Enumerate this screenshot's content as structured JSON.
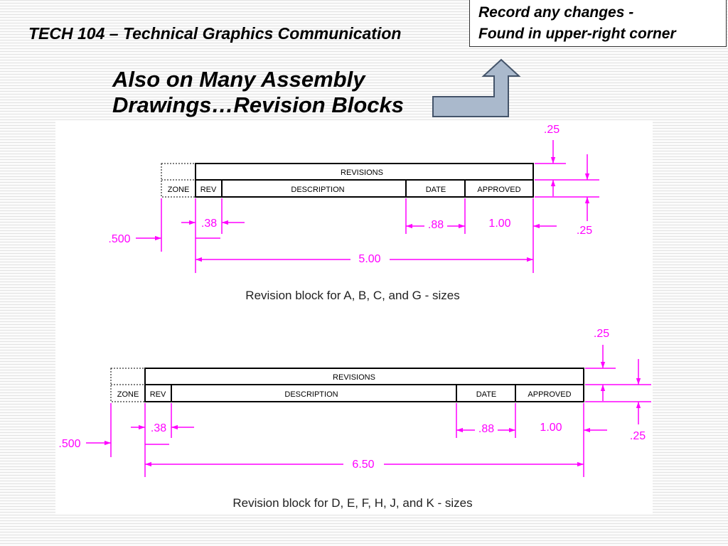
{
  "header": {
    "course_title": "TECH 104 – Technical Graphics Communication"
  },
  "callout": {
    "line1": "Record any changes -",
    "line2": "Found in upper-right corner"
  },
  "heading": {
    "line1": "Also on Many Assembly",
    "line2": "Drawings…Revision Blocks"
  },
  "colors": {
    "dimension": "#ff00ff",
    "arrow_fill": "#aab9cc",
    "arrow_stroke": "#44546a"
  },
  "blocks": [
    {
      "header": "REVISIONS",
      "zone": "ZONE",
      "rev": "REV",
      "description": "DESCRIPTION",
      "date": "DATE",
      "approved": "APPROVED",
      "dim_top_row": ".25",
      "dim_bottom_row": ".25",
      "dim_zone": ".500",
      "dim_rev": ".38",
      "dim_date": ".88",
      "dim_approved": "1.00",
      "dim_total": "5.00",
      "caption": "Revision block for A, B, C, and G - sizes"
    },
    {
      "header": "REVISIONS",
      "zone": "ZONE",
      "rev": "REV",
      "description": "DESCRIPTION",
      "date": "DATE",
      "approved": "APPROVED",
      "dim_top_row": ".25",
      "dim_bottom_row": ".25",
      "dim_zone": ".500",
      "dim_rev": ".38",
      "dim_date": ".88",
      "dim_approved": "1.00",
      "dim_total": "6.50",
      "caption": "Revision block for D, E, F, H, J, and K - sizes"
    }
  ]
}
